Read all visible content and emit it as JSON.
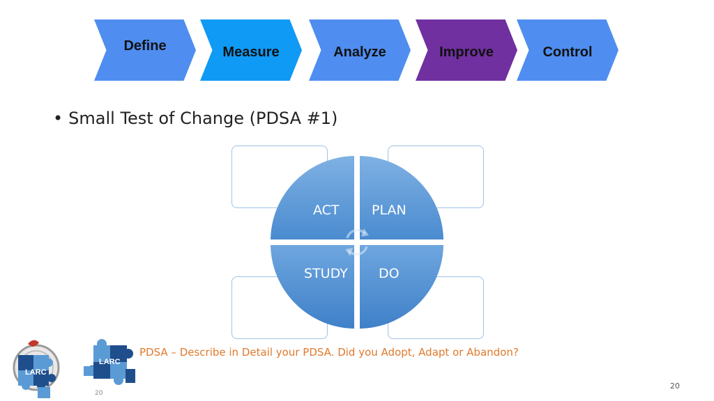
{
  "process_steps": [
    {
      "label": "Define",
      "color": "#4f8ef0"
    },
    {
      "label": "Measure",
      "color": "#0f9af5"
    },
    {
      "label": "Analyze",
      "color": "#4f8ef0"
    },
    {
      "label": "Improve",
      "color": "#7030a0"
    },
    {
      "label": "Control",
      "color": "#4f8ef0"
    }
  ],
  "bullet": {
    "marker": "•",
    "text": "Small Test of Change (PDSA #1)"
  },
  "pdsa_cycle": {
    "act": "ACT",
    "plan": "PLAN",
    "study": "STUDY",
    "do": "DO",
    "center_icon": "refresh-cycle-icon",
    "color": "#5b9bd5"
  },
  "footer": {
    "instruction": "PDSA – Describe in Detail your PDSA. Did you Adopt, Adapt or Abandon?",
    "instruction_color": "#e0792c",
    "page_number": "20",
    "small_page_number": "20"
  },
  "logos": {
    "left_logo_text": "LARC",
    "right_logo_text": "LARC"
  }
}
